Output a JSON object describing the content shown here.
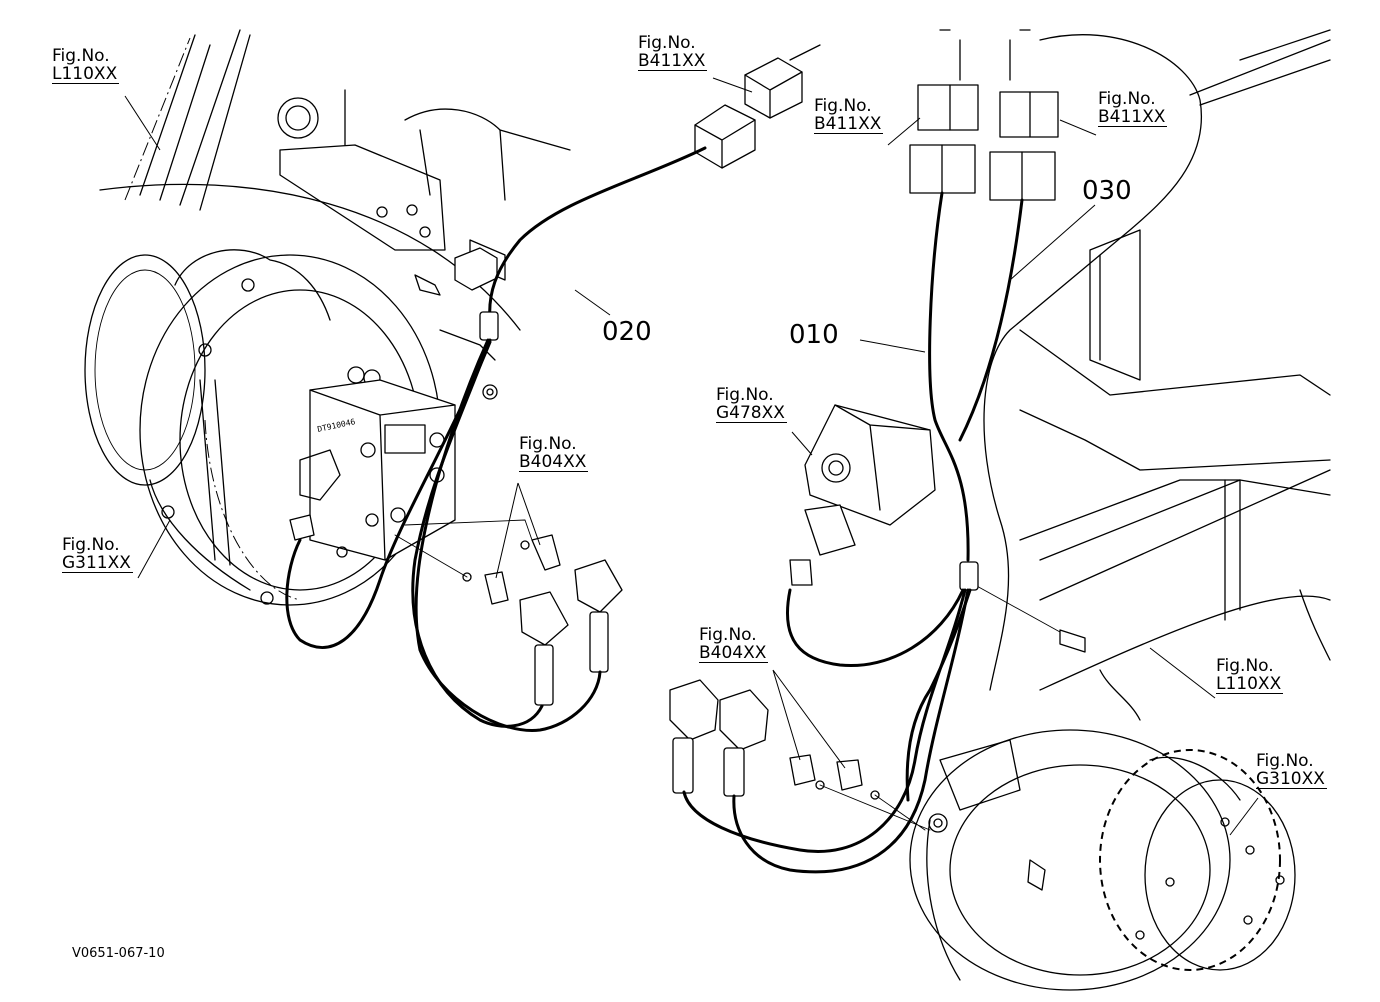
{
  "drawing_id": "V0651-067-10",
  "callouts": [
    {
      "id": "fig-l110-top",
      "line1": "Fig.No.",
      "line2": "L110XX"
    },
    {
      "id": "fig-b411-top",
      "line1": "Fig.No.",
      "line2": "B411XX"
    },
    {
      "id": "fig-b411-mid-left",
      "line1": "Fig.No.",
      "line2": "B411XX"
    },
    {
      "id": "fig-b411-mid-right",
      "line1": "Fig.No.",
      "line2": "B411XX"
    },
    {
      "id": "fig-g478",
      "line1": "Fig.No.",
      "line2": "G478XX"
    },
    {
      "id": "fig-b404-left",
      "line1": "Fig.No.",
      "line2": "B404XX"
    },
    {
      "id": "fig-b404-right",
      "line1": "Fig.No.",
      "line2": "B404XX"
    },
    {
      "id": "fig-g311",
      "line1": "Fig.No.",
      "line2": "G311XX"
    },
    {
      "id": "fig-l110-right",
      "line1": "Fig.No.",
      "line2": "L110XX"
    },
    {
      "id": "fig-g310",
      "line1": "Fig.No.",
      "line2": "G310XX"
    }
  ],
  "part_numbers": [
    "010",
    "020",
    "030"
  ]
}
